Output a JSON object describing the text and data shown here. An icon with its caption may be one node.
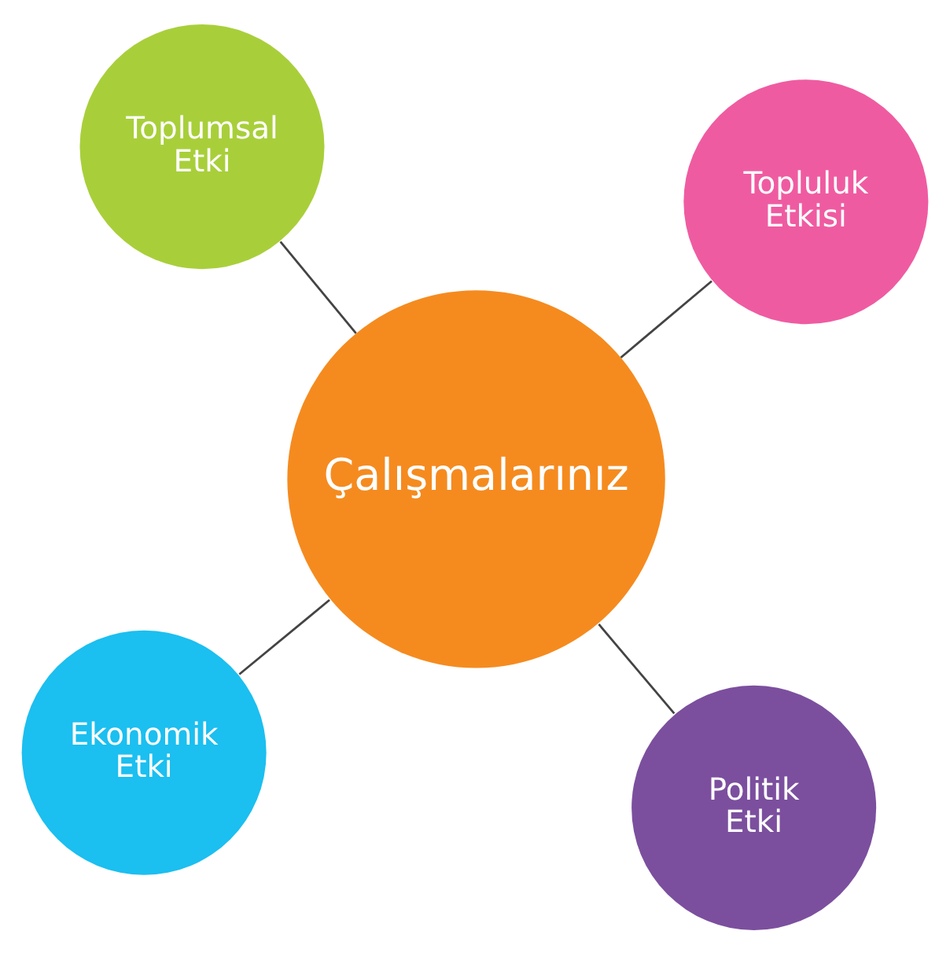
{
  "diagram": {
    "nodes": [
      {
        "text": [
          "Ekonomik Etki"
        ]
      },
      {
        "text": [
          "Politik Etki"
        ]
      },
      {
        "text": [
          "Çalışmalarınız"
        ]
      },
      {
        "text": [
          "Toplumsal Etki"
        ]
      },
      {
        "text": [
          "Topluluk Etkisi"
        ]
      }
    ],
    "edges": [
      {
        "from": 2,
        "to": 0,
        "arrow": "none"
      },
      {
        "from": 2,
        "to": 1,
        "arrow": "none"
      },
      {
        "from": 2,
        "to": 3,
        "arrow": "none"
      },
      {
        "from": 2,
        "to": 4,
        "arrow": "none"
      }
    ]
  }
}
